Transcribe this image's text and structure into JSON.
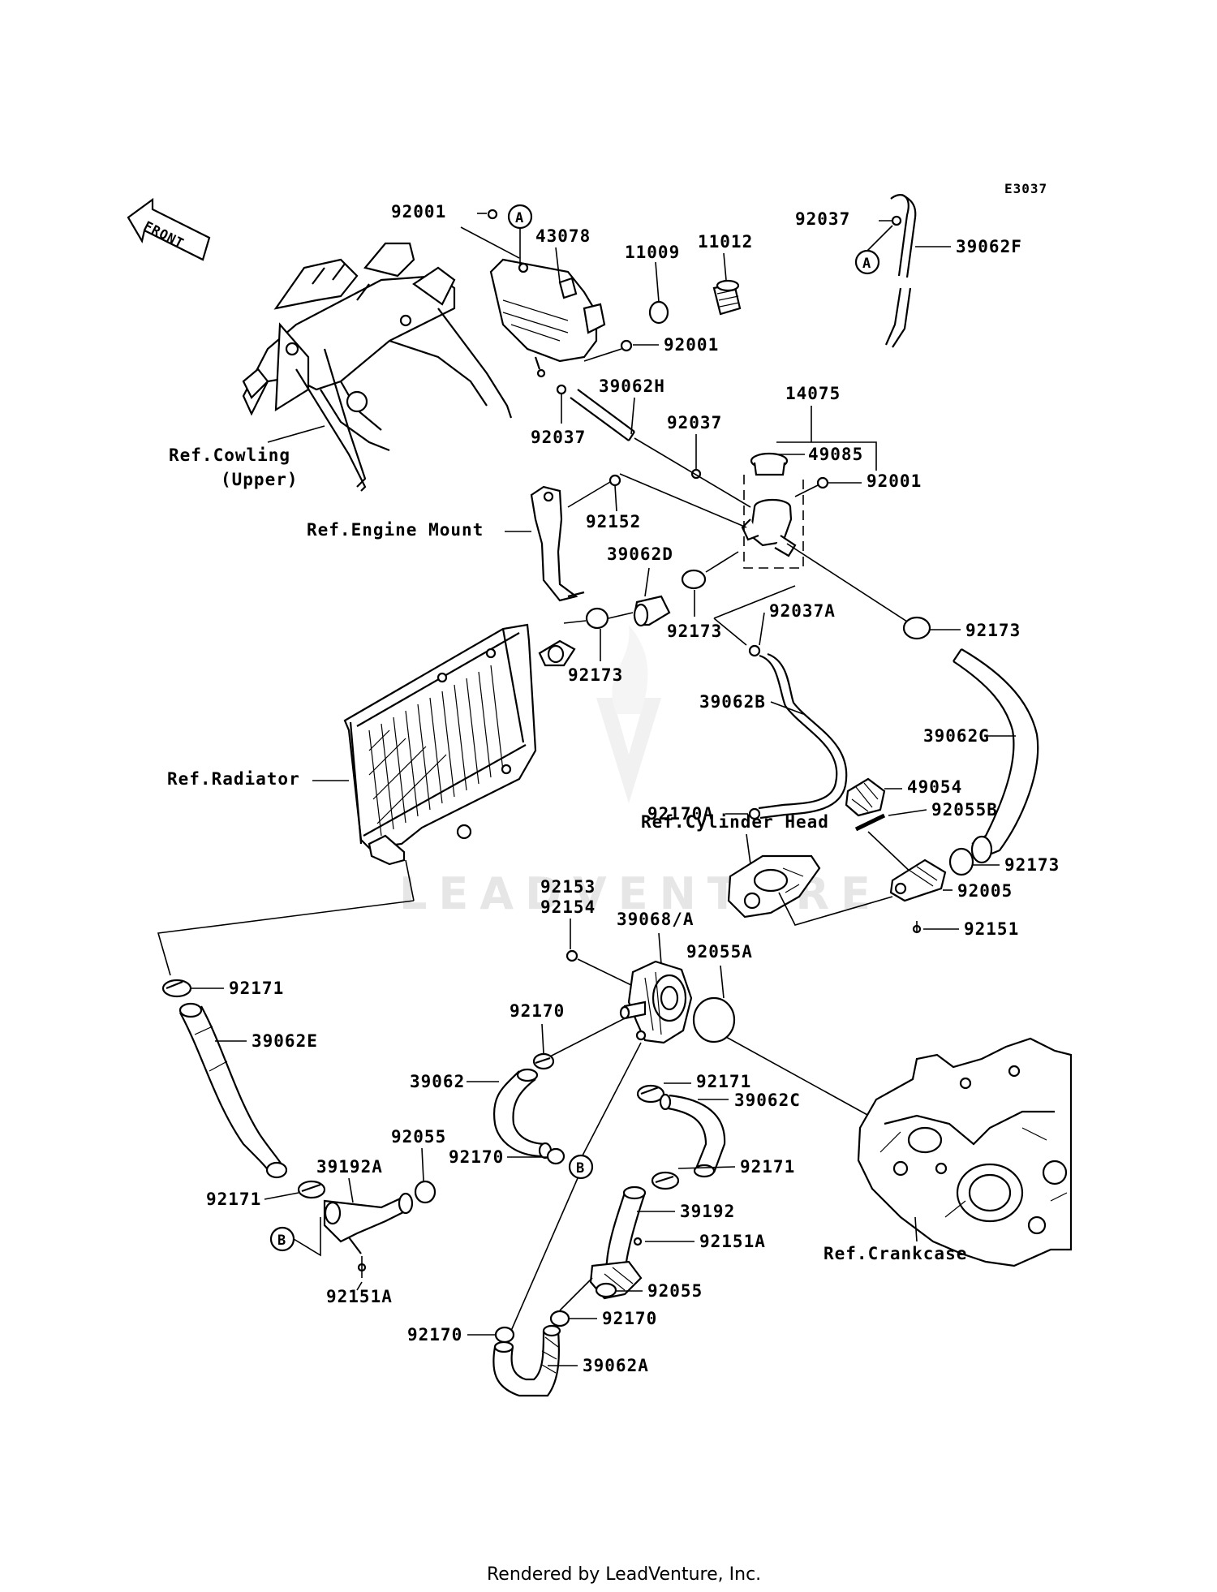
{
  "diagram_code": "E3037",
  "front_label": "FRONT",
  "callouts": {
    "a": "A",
    "b": "B"
  },
  "parts": {
    "p92001_top": "92001",
    "p43078": "43078",
    "p11009": "11009",
    "p11012": "11012",
    "p92037_top": "92037",
    "p39062F": "39062F",
    "p92001_mid": "92001",
    "p39062H": "39062H",
    "p92037_left": "92037",
    "p92037_mid": "92037",
    "p14075": "14075",
    "p49085": "49085",
    "p92001_right": "92001",
    "p92152": "92152",
    "p39062D": "39062D",
    "p92173_a": "92173",
    "p92173_b": "92173",
    "p92037A": "92037A",
    "p92173_c": "92173",
    "p39062B": "39062B",
    "p39062G": "39062G",
    "p92170A": "92170A",
    "p49054": "49054",
    "p92055B": "92055B",
    "p92173_d": "92173",
    "p92005": "92005",
    "p92151": "92151",
    "p92153": "92153",
    "p92154": "92154",
    "p39068A": "39068/A",
    "p92055A": "92055A",
    "p92171_a": "92171",
    "p39062E": "39062E",
    "p92170_a": "92170",
    "p39062": "39062",
    "p92171_b": "92171",
    "p39062C": "39062C",
    "p92055_a": "92055",
    "p39192A": "39192A",
    "p92171_c": "92171",
    "p92170_b": "92170",
    "p92171_d": "92171",
    "p39192": "39192",
    "p92151A_a": "92151A",
    "p92055_b": "92055",
    "p92151A_b": "92151A",
    "p92170_c": "92170",
    "p92170_d": "92170",
    "p39062A": "39062A"
  },
  "refs": {
    "cowling_1": "Ref.Cowling",
    "cowling_2": "(Upper)",
    "engine_mount": "Ref.Engine Mount",
    "radiator": "Ref.Radiator",
    "cylinder_head": "Ref.Cylinder Head",
    "crankcase": "Ref.Crankcase"
  },
  "watermark": "LEADVENTURE",
  "footer": "Rendered by LeadVenture, Inc."
}
